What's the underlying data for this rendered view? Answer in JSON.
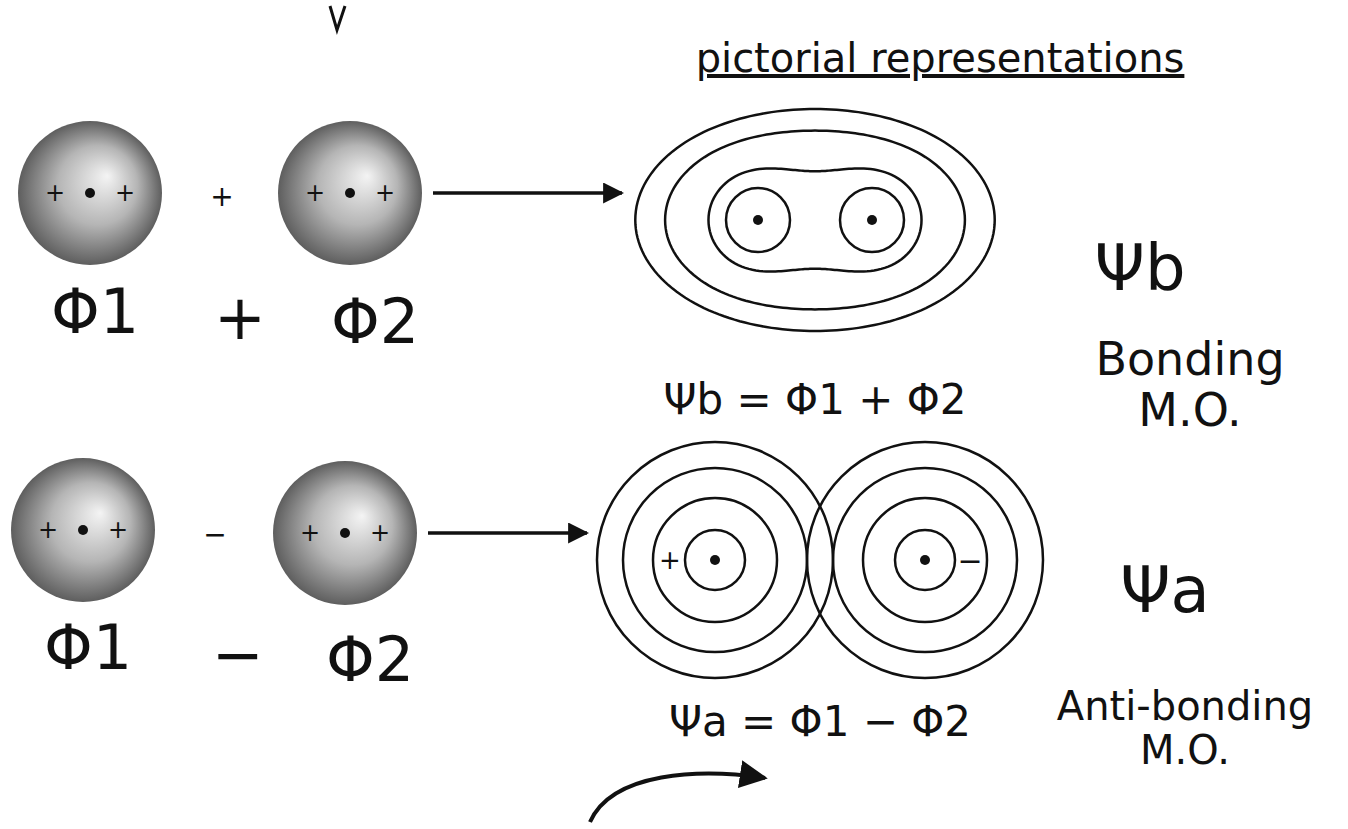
{
  "diagram": {
    "title": "pictorial representations",
    "nodes": [
      {
        "text": [
          "+",
          "+"
        ]
      },
      {
        "text": [
          "+",
          "+"
        ]
      },
      {
        "text": [
          "+",
          "+"
        ]
      },
      {
        "text": [
          "+",
          "+"
        ]
      },
      {
        "text": [
          "Ψb = Φ1 + Φ2"
        ]
      },
      {
        "text": [
          "+",
          "−",
          "Ψa = Φ1 − Φ2"
        ]
      }
    ],
    "edges": [
      {
        "from": 1,
        "to": 4,
        "arrow": "to"
      },
      {
        "from": 3,
        "to": 5,
        "arrow": "to"
      }
    ],
    "labels": [
      "+",
      "Φ1",
      "+",
      "Φ2",
      "Ψb",
      "Bonding M.O.",
      "−",
      "Φ1",
      "−",
      "Φ2",
      "Ψa",
      "Anti-bonding M.O."
    ]
  }
}
